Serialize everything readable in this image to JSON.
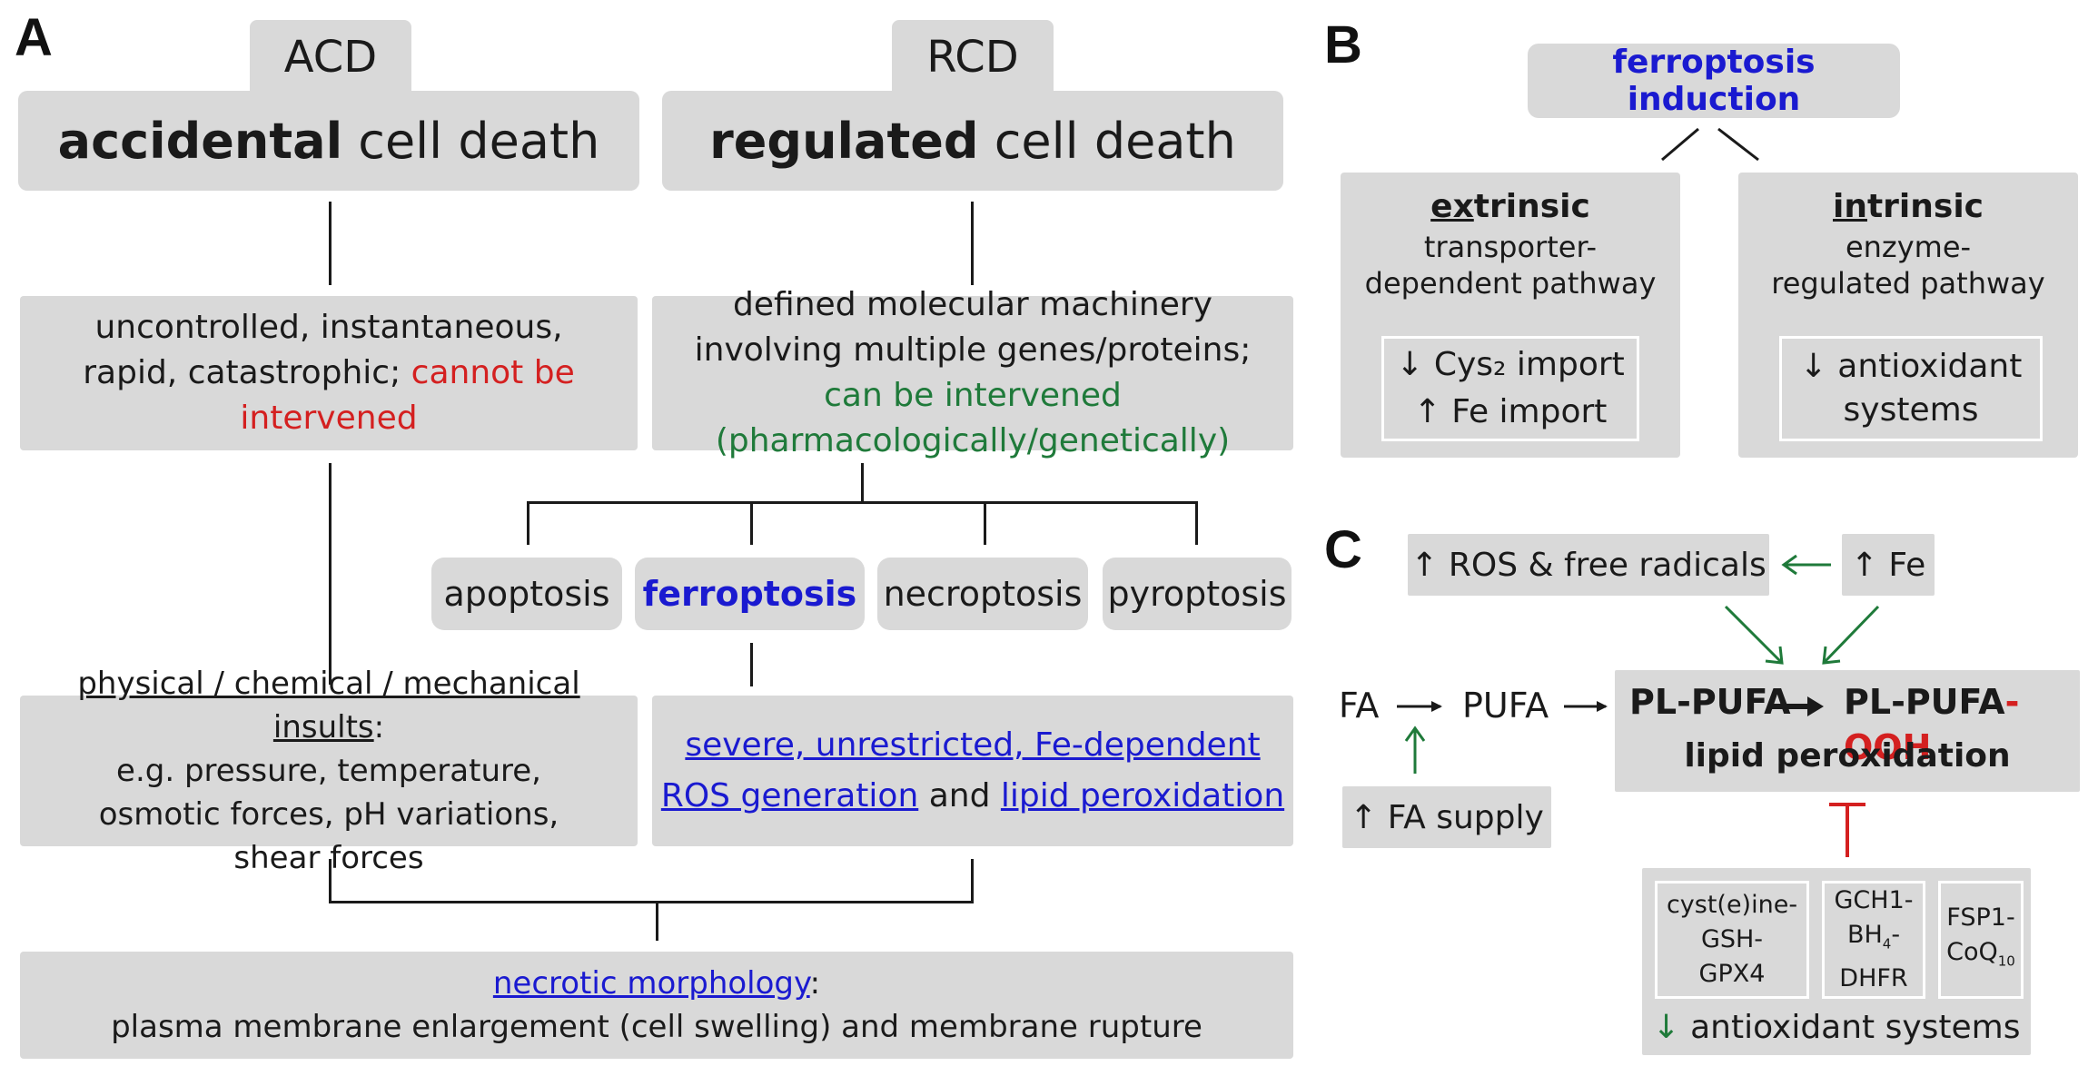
{
  "panel_a": {
    "letter": "A",
    "acd": {
      "tab": "ACD",
      "title_bold": "accidental",
      "title_rest": " cell death",
      "desc_black": "uncontrolled, instantaneous, rapid, catastrophic; ",
      "desc_red": "cannot be intervened",
      "insults_title": "physical / chemical / mechanical insults",
      "insults_colon": ":",
      "insults_body": "e.g. pressure, temperature, osmotic forces, pH variations, shear forces"
    },
    "rcd": {
      "tab": "RCD",
      "title_bold": "regulated",
      "title_rest": " cell death",
      "desc_black": "defined molecular machinery involving multiple genes/proteins; ",
      "desc_green": "can be intervened (pharmacologically/genetically)",
      "types": [
        "apoptosis",
        "ferroptosis",
        "necroptosis",
        "pyroptosis"
      ],
      "ferro_desc_1": "severe, unrestricted, Fe-dependent",
      "ferro_desc_2a": "ROS generation",
      "ferro_desc_2b": " and ",
      "ferro_desc_2c": "lipid peroxidation"
    },
    "necrotic": {
      "title": "necrotic morphology",
      "colon": ":",
      "body": "plasma membrane enlargement (cell swelling) and membrane rupture"
    }
  },
  "panel_b": {
    "letter": "B",
    "induction": "ferroptosis induction",
    "extrinsic": {
      "title_ul": "ex",
      "title_rest": "trinsic",
      "sub1": "transporter-",
      "sub2": "dependent pathway",
      "item1": "↓ Cys₂ import",
      "item2": "↑ Fe import"
    },
    "intrinsic": {
      "title_ul": "in",
      "title_rest": "trinsic",
      "sub1": "enzyme-",
      "sub2": "regulated pathway",
      "item1": "↓ antioxidant",
      "item2": "systems"
    }
  },
  "panel_c": {
    "letter": "C",
    "ros": "↑ ROS & free radicals",
    "fe": "↑ Fe",
    "fa": "FA",
    "pufa": "PUFA",
    "pl_pufa": "PL-PUFA",
    "pl_pufa_ooh_a": "PL-PUFA",
    "pl_pufa_ooh_b": "-OOH",
    "lipid_perox": "lipid peroxidation",
    "fa_supply": "↑ FA supply",
    "systems": [
      {
        "l1": "cyst(e)ine-",
        "l2": "GSH-",
        "l3": "GPX4"
      },
      {
        "l1": "GCH1-",
        "l2a": "BH",
        "l2sub": "4",
        "l2b": "-",
        "l3": "DHFR"
      },
      {
        "l1": "FSP1-",
        "l2a": "CoQ",
        "l2sub": "10"
      }
    ],
    "antiox_arrow": "↓",
    "antiox_text": " antioxidant systems"
  },
  "colors": {
    "box_gray": "#d9d9d9",
    "red": "#d42020",
    "green": "#1f7a3a",
    "blue": "#1a1ad0"
  }
}
